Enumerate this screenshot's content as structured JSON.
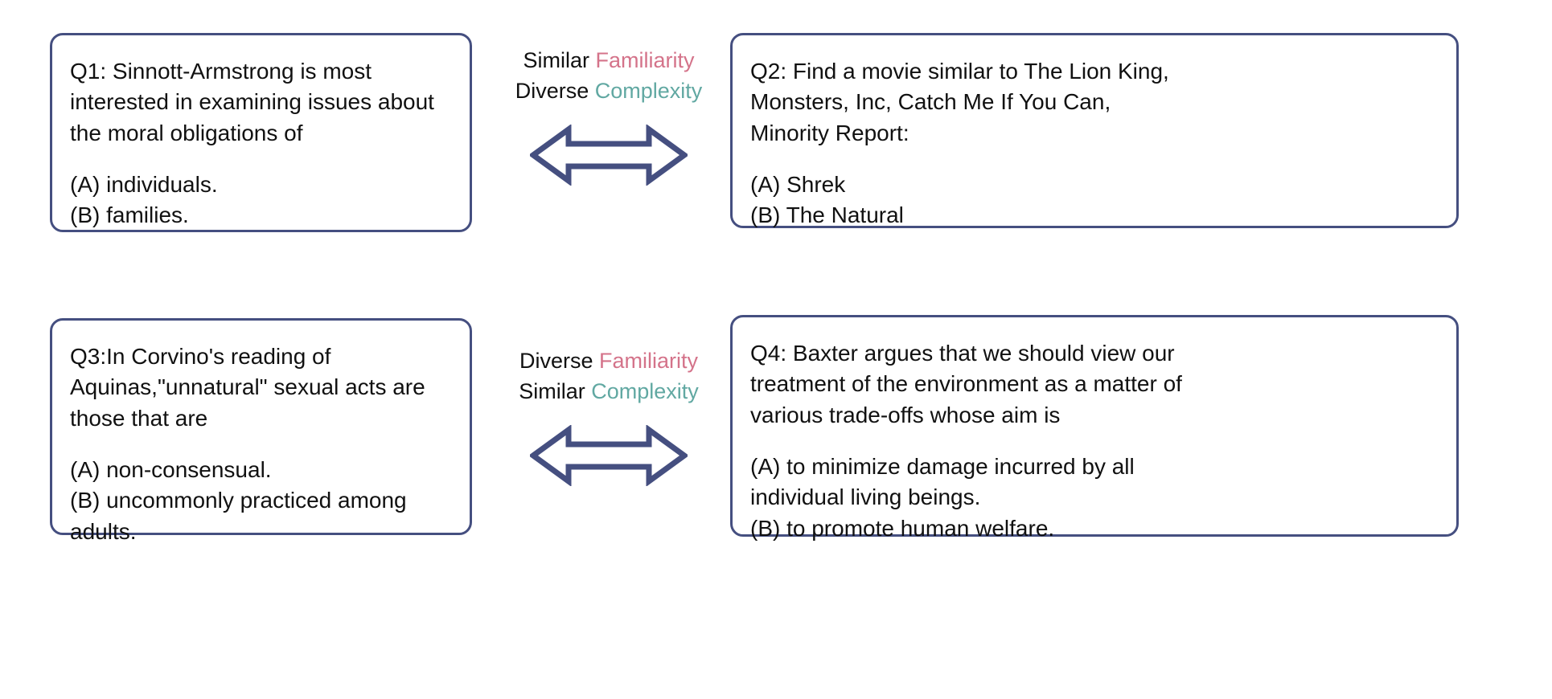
{
  "palette": {
    "box_border": "#454f80",
    "arrow_outline": "#454f80",
    "familiarity": "#d4738a",
    "complexity": "#61a8a2",
    "text": "#111111",
    "background": "#ffffff"
  },
  "questions": {
    "q1": {
      "stem": "Q1: Sinnott-Armstrong is most\ninterested in examining issues about\nthe moral obligations of",
      "options": "(A) individuals.\n(B) families."
    },
    "q2": {
      "stem": "Q2: Find a movie similar to The Lion King,\nMonsters, Inc, Catch Me If You Can,\nMinority Report:",
      "options": "(A) Shrek\n(B) The Natural"
    },
    "q3": {
      "stem": "Q3:In Corvino's reading of\nAquinas,\"unnatural\" sexual acts are\nthose that are",
      "options": "(A) non-consensual.\n(B) uncommonly practiced among\nadults."
    },
    "q4": {
      "stem": "Q4: Baxter argues that we should view our\ntreatment of the environment as a matter of\nvarious trade-offs whose aim is",
      "options": "(A) to minimize damage incurred by all\nindividual living beings.\n(B) to promote human welfare."
    }
  },
  "comparisons": {
    "top": {
      "line1_qualifier": "Similar",
      "line1_dimension": "Familiarity",
      "line2_qualifier": "Diverse",
      "line2_dimension": "Complexity",
      "arrow": "double-headed-arrow"
    },
    "bottom": {
      "line1_qualifier": "Diverse",
      "line1_dimension": "Familiarity",
      "line2_qualifier": "Similar",
      "line2_dimension": "Complexity",
      "arrow": "double-headed-arrow"
    }
  }
}
